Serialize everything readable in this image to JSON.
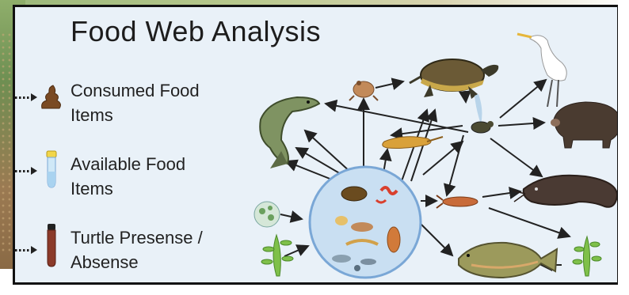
{
  "title": "Food Web Analysis",
  "legend": [
    {
      "label_line1": "Consumed Food",
      "label_line2": "Items",
      "icon": "scat-icon"
    },
    {
      "label_line1": "Available Food",
      "label_line2": "Items",
      "icon": "test-tube-icon"
    },
    {
      "label_line1": "Turtle Presense /",
      "label_line2": "Absense",
      "icon": "sample-vial-icon"
    }
  ],
  "colors": {
    "panel": "#e9f1f8",
    "arrow": "#222222",
    "pond_fill": "#c9dff2",
    "pond_stroke": "#7aa7d6"
  },
  "organisms": [
    "frog-icon",
    "turtle-icon",
    "egret-icon",
    "pike-fish-icon",
    "boar-icon",
    "hatchling-icon",
    "salamander-icon",
    "catfish-icon",
    "crayfish-icon",
    "carp-fish-icon",
    "algae-icon",
    "aquatic-plant-icon",
    "invertebrates-pond-icon"
  ]
}
